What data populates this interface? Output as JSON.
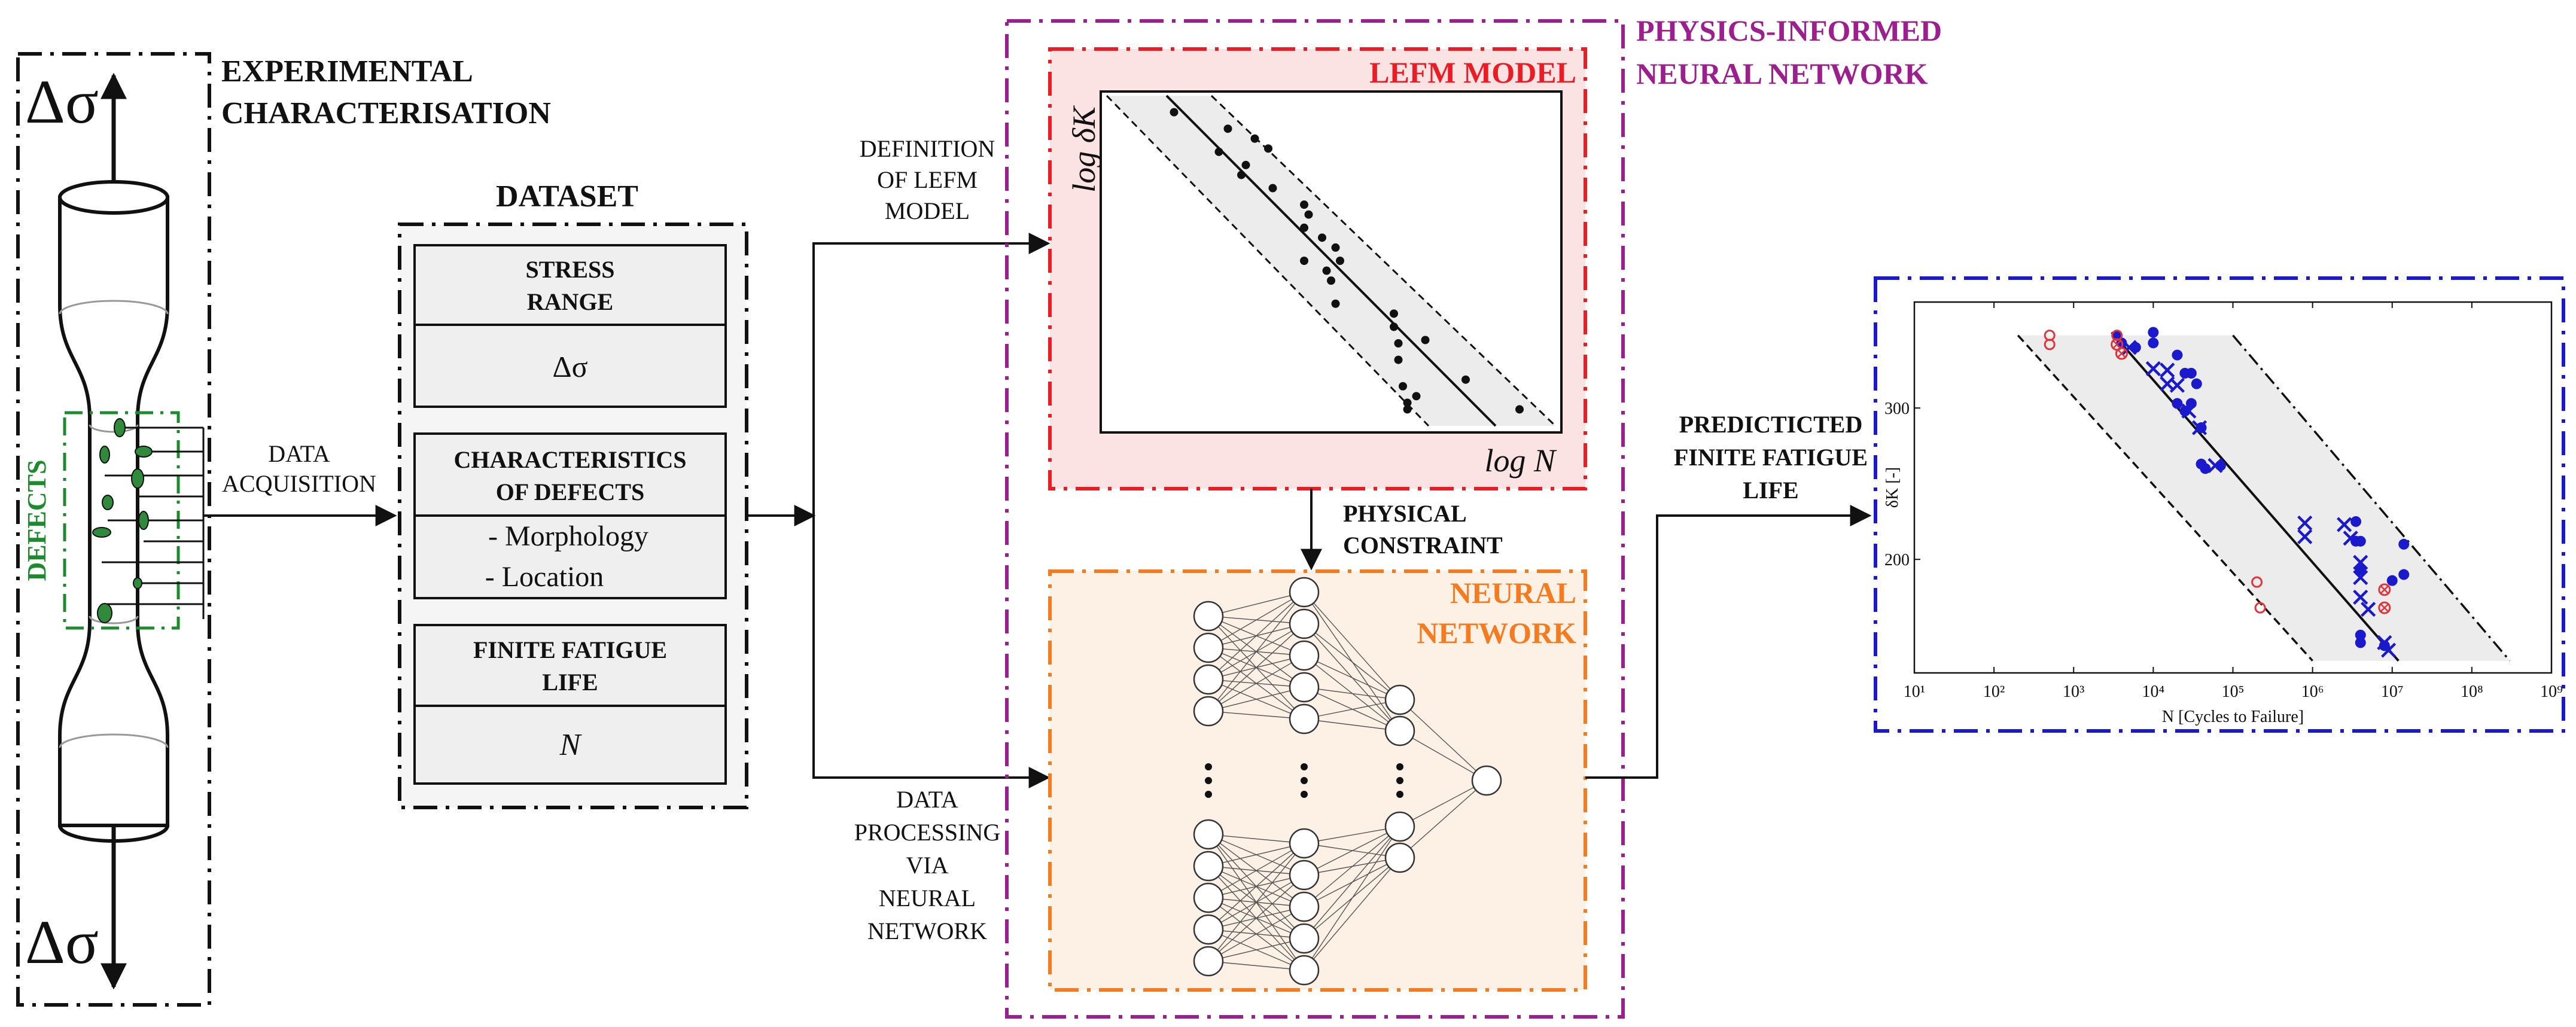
{
  "colors": {
    "black": "#111111",
    "purple": "#9b1f8c",
    "red": "#ea1c24",
    "red_fill": "#fbe3e4",
    "orange": "#f47b20",
    "orange_fill": "#fdf1e6",
    "blue": "#1a1acc",
    "green": "#1e8a2e",
    "grey_fill": "#eeeeee",
    "box_fill": "#f1f1f1"
  },
  "exp": {
    "title_line1": "EXPERIMENTAL",
    "title_line2": "CHARACTERISATION",
    "sigma_top": "Δσ",
    "sigma_bottom": "Δσ",
    "defects_label": "DEFECTS"
  },
  "acq": {
    "line1": "DATA",
    "line2": "ACQUISITION"
  },
  "dataset": {
    "title": "DATASET",
    "stress": {
      "line1": "STRESS",
      "line2": "RANGE",
      "value": "Δσ"
    },
    "defects": {
      "line1": "CHARACTERISTICS",
      "line2": "OF DEFECTS",
      "item1": "- Morphology",
      "item2": "- Location"
    },
    "life": {
      "line1": "FINITE FATIGUE",
      "line2": "LIFE",
      "value": "N"
    }
  },
  "lefm_def": {
    "line1": "DEFINITION",
    "line2": "OF LEFM",
    "line3": "MODEL"
  },
  "processing": {
    "line1": "DATA",
    "line2": "PROCESSING",
    "line3": "VIA",
    "line4": "NEURAL",
    "line5": "NETWORK"
  },
  "pinn": {
    "title_line1": "PHYSICS-INFORMED",
    "title_line2": "NEURAL NETWORK",
    "lefm_title": "LEFM MODEL",
    "ylabel": "log δK",
    "xlabel": "log N",
    "constraint_line1": "PHYSICAL",
    "constraint_line2": "CONSTRAINT",
    "nn_title_line1": "NEURAL",
    "nn_title_line2": "NETWORK",
    "sketch_points": [
      [
        0.15,
        0.05
      ],
      [
        0.27,
        0.1
      ],
      [
        0.25,
        0.17
      ],
      [
        0.33,
        0.13
      ],
      [
        0.36,
        0.16
      ],
      [
        0.31,
        0.21
      ],
      [
        0.3,
        0.24
      ],
      [
        0.37,
        0.28
      ],
      [
        0.44,
        0.33
      ],
      [
        0.45,
        0.36
      ],
      [
        0.44,
        0.4
      ],
      [
        0.48,
        0.43
      ],
      [
        0.51,
        0.46
      ],
      [
        0.52,
        0.5
      ],
      [
        0.44,
        0.5
      ],
      [
        0.49,
        0.53
      ],
      [
        0.5,
        0.56
      ],
      [
        0.51,
        0.63
      ],
      [
        0.64,
        0.66
      ],
      [
        0.64,
        0.7
      ],
      [
        0.71,
        0.74
      ],
      [
        0.65,
        0.75
      ],
      [
        0.65,
        0.8
      ],
      [
        0.66,
        0.88
      ],
      [
        0.69,
        0.91
      ],
      [
        0.67,
        0.93
      ],
      [
        0.67,
        0.95
      ],
      [
        0.8,
        0.86
      ],
      [
        0.92,
        0.95
      ]
    ]
  },
  "predicted": {
    "line1": "PREDICTICTED",
    "line2": "FINITE FATIGUE",
    "line3": "LIFE"
  },
  "chart_data": {
    "type": "scatter",
    "xlabel": "N [Cycles to Failure]",
    "ylabel": "δK [-]",
    "x_scale": "log",
    "xlim": [
      10,
      1000000000
    ],
    "ylim": [
      125,
      370
    ],
    "x_tick_labels": [
      "10¹",
      "10²",
      "10³",
      "10⁴",
      "10⁵",
      "10⁶",
      "10⁷",
      "10⁸",
      "10⁹"
    ],
    "y_ticks": [
      200,
      300
    ],
    "series": [
      {
        "marker": "circle-filled",
        "color": "#1a1acc",
        "points": [
          [
            3500,
            348
          ],
          [
            4000,
            343
          ],
          [
            6000,
            340
          ],
          [
            10000,
            350
          ],
          [
            10000,
            343
          ],
          [
            20000,
            335
          ],
          [
            25000,
            323
          ],
          [
            30000,
            323
          ],
          [
            35000,
            316
          ],
          [
            20000,
            303
          ],
          [
            30000,
            303
          ],
          [
            25000,
            298
          ],
          [
            40000,
            287
          ],
          [
            40000,
            263
          ],
          [
            45000,
            260
          ],
          [
            70000,
            262
          ],
          [
            3500000,
            225
          ],
          [
            3500000,
            212
          ],
          [
            4000000,
            212
          ],
          [
            14000000,
            210
          ],
          [
            14000000,
            190
          ],
          [
            4000000,
            193
          ],
          [
            10000000,
            186
          ],
          [
            4000000,
            150
          ],
          [
            4000000,
            145
          ],
          [
            8000000,
            143
          ]
        ]
      },
      {
        "marker": "cross",
        "color": "#1a1acc",
        "points": [
          [
            5000,
            340
          ],
          [
            10000,
            326
          ],
          [
            15000,
            325
          ],
          [
            15000,
            316
          ],
          [
            20000,
            315
          ],
          [
            28000,
            298
          ],
          [
            38000,
            287
          ],
          [
            60000,
            262
          ],
          [
            800000,
            224
          ],
          [
            800000,
            215
          ],
          [
            2500000,
            223
          ],
          [
            3000000,
            214
          ],
          [
            4000000,
            198
          ],
          [
            4000000,
            188
          ],
          [
            4000000,
            175
          ],
          [
            5000000,
            167
          ],
          [
            8000000,
            145
          ],
          [
            9000000,
            140
          ]
        ]
      },
      {
        "marker": "circle-open",
        "color": "#e0333a",
        "points": [
          [
            500,
            348
          ],
          [
            500,
            342
          ],
          [
            3500,
            348
          ],
          [
            200000,
            185
          ],
          [
            220000,
            168
          ]
        ]
      },
      {
        "marker": "circle-crossed",
        "color": "#e0333a",
        "points": [
          [
            3500,
            342
          ],
          [
            4000,
            336
          ],
          [
            8000000,
            180
          ],
          [
            8000000,
            168
          ]
        ]
      }
    ],
    "fit_line": [
      [
        3000,
        350
      ],
      [
        12000000,
        133
      ]
    ],
    "band_lower": [
      [
        200,
        348
      ],
      [
        1000000,
        133
      ]
    ],
    "band_upper": [
      [
        100000,
        348
      ],
      [
        300000000,
        133
      ]
    ]
  }
}
